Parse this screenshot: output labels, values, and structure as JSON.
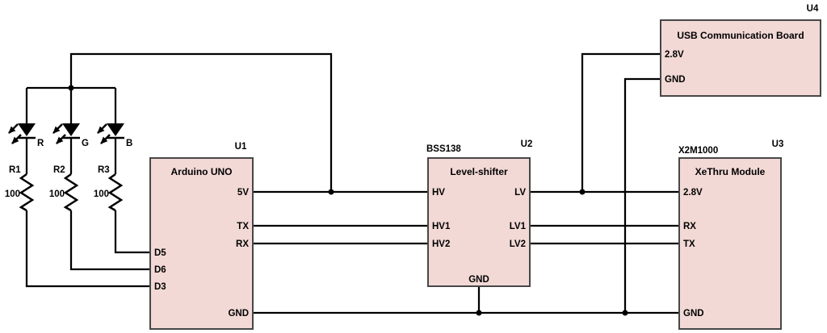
{
  "colors": {
    "background": "#ffffff",
    "box_fill": "#f2d9d6",
    "box_border": "#474747",
    "wire": "#000000",
    "text": "#000000"
  },
  "components": {
    "arduino": {
      "ref": "U1",
      "title": "Arduino UNO",
      "pins": {
        "p5v": "5V",
        "tx": "TX",
        "rx": "RX",
        "d5": "D5",
        "d6": "D6",
        "d3": "D3",
        "gnd": "GND"
      }
    },
    "level_shifter": {
      "ref": "U2",
      "part": "BSS138",
      "title": "Level-shifter",
      "pins": {
        "hv": "HV",
        "hv1": "HV1",
        "hv2": "HV2",
        "lv": "LV",
        "lv1": "LV1",
        "lv2": "LV2",
        "gnd": "GND"
      }
    },
    "xethru": {
      "ref": "U3",
      "part": "X2M1000",
      "title": "XeThru Module",
      "pins": {
        "p28v": "2.8V",
        "rx": "RX",
        "tx": "TX",
        "gnd": "GND"
      }
    },
    "usb_board": {
      "ref": "U4",
      "title": "USB Communication Board",
      "pins": {
        "p28v": "2.8V",
        "gnd": "GND"
      }
    }
  },
  "leds": {
    "red": "R",
    "green": "G",
    "blue": "B"
  },
  "resistors": {
    "r1": {
      "ref": "R1",
      "value": "100"
    },
    "r2": {
      "ref": "R2",
      "value": "100"
    },
    "r3": {
      "ref": "R3",
      "value": "100"
    }
  }
}
